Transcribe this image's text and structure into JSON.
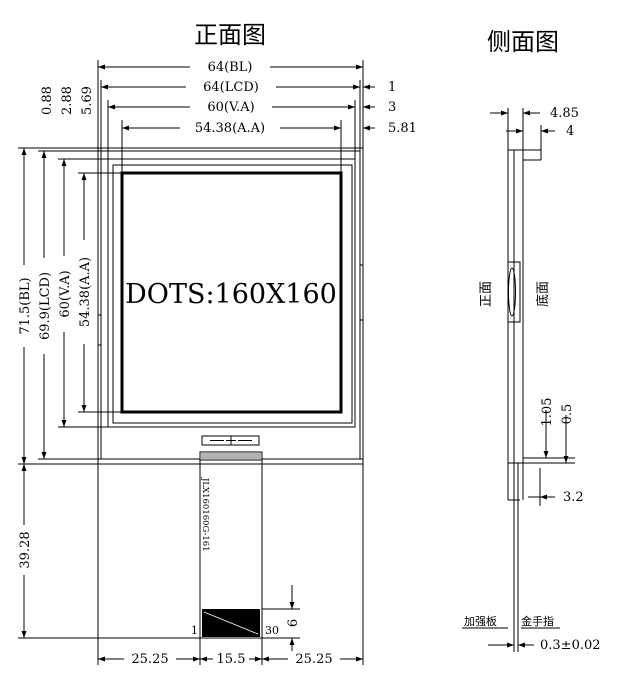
{
  "titles": {
    "front_view": "正面图",
    "side_view": "侧面图"
  },
  "front": {
    "display_label": "DOTS:160X160",
    "fpc_part_number": "JLX160160G-161",
    "pin_first": "1",
    "pin_last": "30",
    "horizontal_dims": {
      "bl": "64(BL)",
      "lcd": "64(LCD)",
      "va": "60(V.A)",
      "aa": "54.38(A.A)",
      "right_1": "1",
      "right_3": "3",
      "right_581": "5.81",
      "top_088": "0.88",
      "top_288": "2.88",
      "top_569": "5.69"
    },
    "vertical_dims": {
      "bl": "71.5(BL)",
      "lcd": "69.9(LCD)",
      "va": "60(V.A)",
      "aa": "54.38(A.A)",
      "fpc_length": "39.28",
      "finger_height": "6"
    },
    "bottom_dims": {
      "left": "25.25",
      "middle": "15.5",
      "right": "25.25"
    }
  },
  "side": {
    "front_label": "正面",
    "back_label": "底面",
    "dim_485": "4.85",
    "dim_4": "4",
    "dim_105": "1.05",
    "dim_05": "0.5",
    "dim_32": "3.2",
    "stiffener_label": "加强板",
    "gold_finger_label": "金手指",
    "thickness": "0.3±0.02"
  }
}
